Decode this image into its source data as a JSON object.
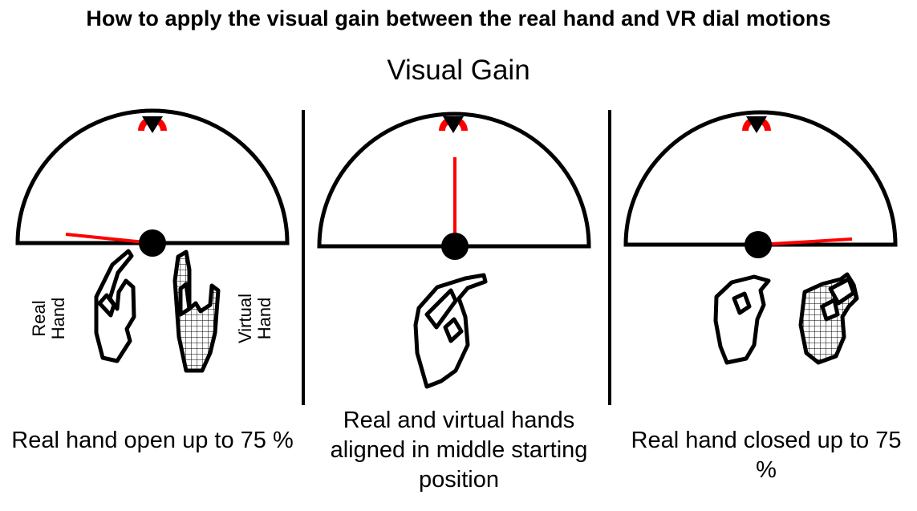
{
  "header": {
    "title": "How to apply the visual gain between the real hand and VR dial motions",
    "subtitle": "Visual Gain"
  },
  "labels": {
    "real_hand": "Real Hand",
    "virtual_hand": "Virtual Hand"
  },
  "panels": [
    {
      "caption": "Real hand open up to 75 %",
      "needle": "pointing left"
    },
    {
      "caption": "Real and virtual hands aligned in middle starting position",
      "needle": "pointing up"
    },
    {
      "caption": "Real hand closed up to 75 %",
      "needle": "pointing right"
    }
  ],
  "colors": {
    "needle": "#ff0000",
    "marker": "#ff0000",
    "outline": "#000000"
  }
}
